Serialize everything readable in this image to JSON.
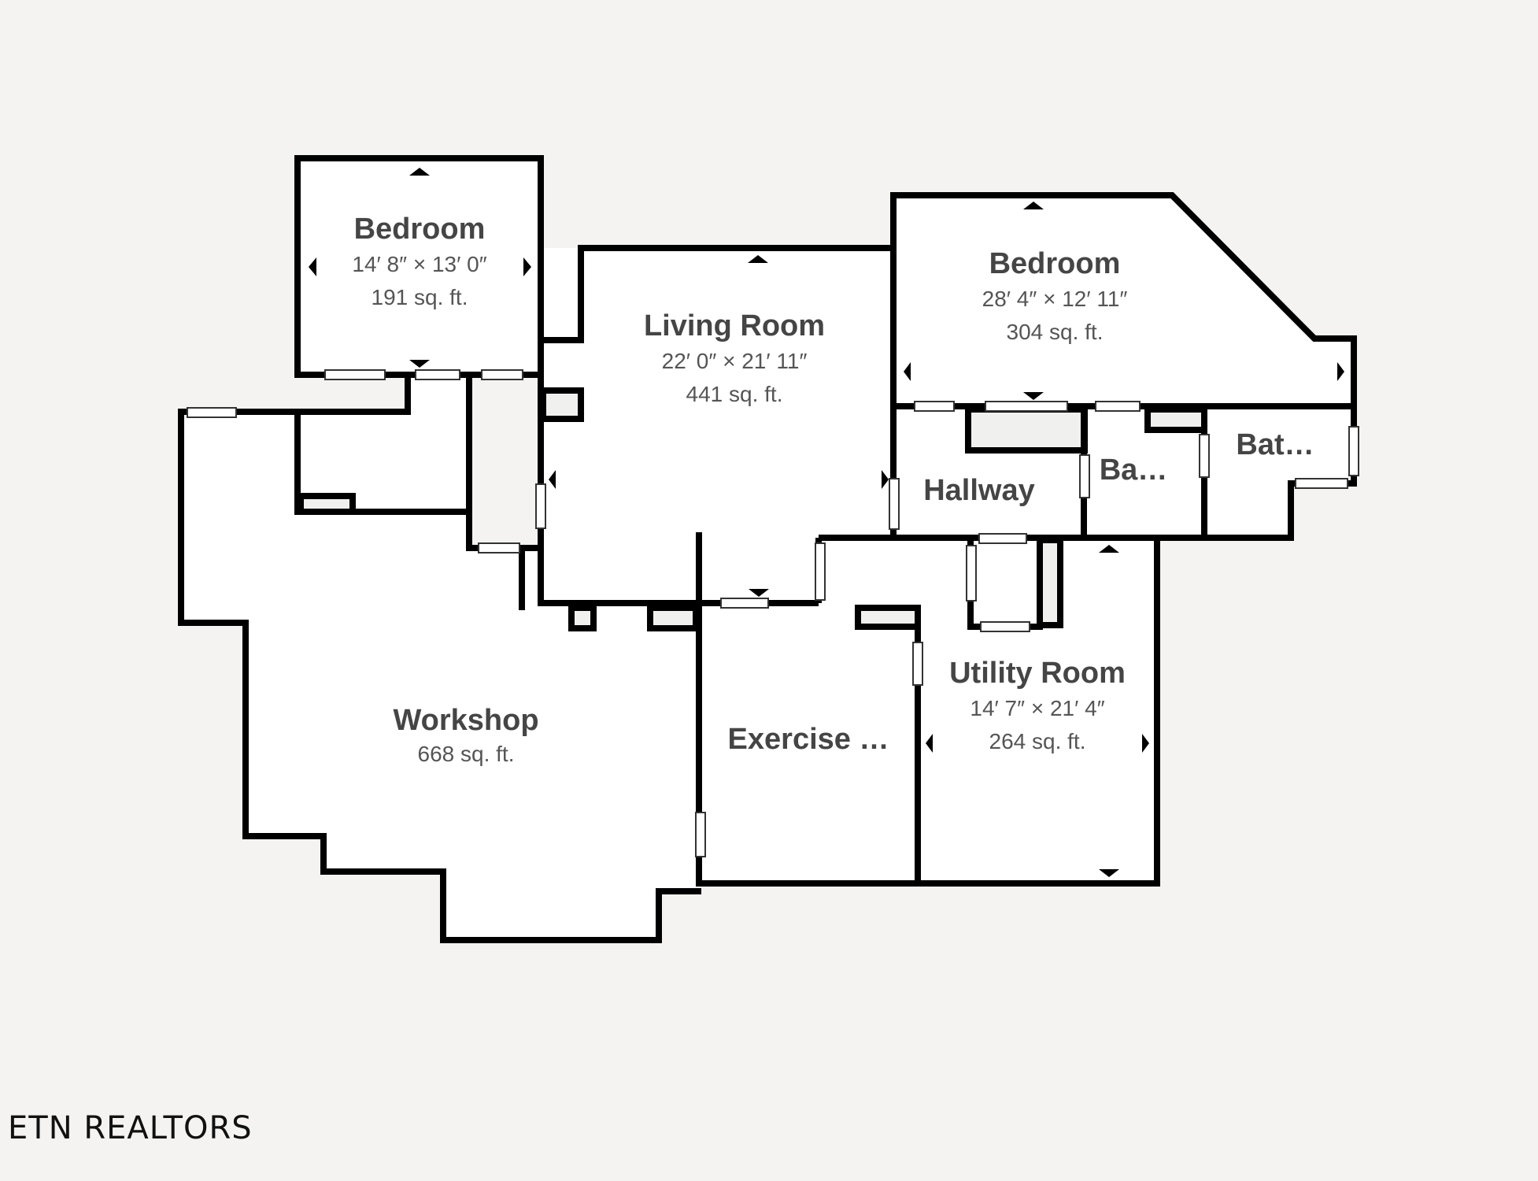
{
  "brand": {
    "label": "ETN REALTORS"
  },
  "colors": {
    "background": "#f4f3f1",
    "floor": "#ffffff",
    "wall": "#000000",
    "closet": "#f0f0ee",
    "label_text": "#454545"
  },
  "rooms": [
    {
      "id": "bedroom-1",
      "name": "Bedroom",
      "dimensions": "14′ 8″ × 13′ 0″",
      "area": "191 sq. ft."
    },
    {
      "id": "living-room",
      "name": "Living Room",
      "dimensions": "22′ 0″ × 21′ 11″",
      "area": "441 sq. ft."
    },
    {
      "id": "bedroom-2",
      "name": "Bedroom",
      "dimensions": "28′ 4″ × 12′ 11″",
      "area": "304 sq. ft."
    },
    {
      "id": "hallway",
      "name": "Hallway"
    },
    {
      "id": "bath-1",
      "name": "Ba…"
    },
    {
      "id": "bath-2",
      "name": "Bat…"
    },
    {
      "id": "workshop",
      "name": "Workshop",
      "area": "668 sq. ft."
    },
    {
      "id": "exercise",
      "name": "Exercise …"
    },
    {
      "id": "utility-room",
      "name": "Utility Room",
      "dimensions": "14′ 7″ × 21′ 4″",
      "area": "264 sq. ft."
    }
  ]
}
